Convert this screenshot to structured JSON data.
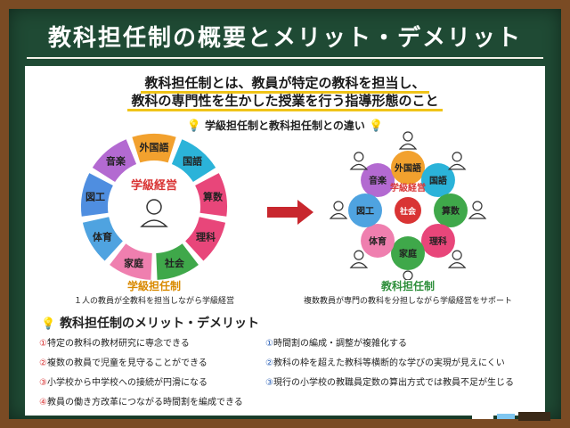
{
  "title": "教科担任制の概要とメリット・デメリット",
  "definition": {
    "line1": "教科担任制とは、教員が特定の教科を担当し、",
    "line2": "教科の専門性を生かした授業を行う指導形態のこと"
  },
  "comparison_heading": "学級担任制と教科担任制との違い",
  "left_diagram": {
    "center_label": "学級経営",
    "subjects": [
      "音楽",
      "外国語",
      "国語",
      "算数",
      "理科",
      "社会",
      "家庭",
      "体育",
      "図工"
    ],
    "colors": [
      "#b36ad1",
      "#f2a12e",
      "#2bb3d9",
      "#e8467a",
      "#e8467a",
      "#3fa84a",
      "#ef7faf",
      "#4fa3e0",
      "#4f8ee0"
    ],
    "caption": "学級担任制",
    "description": "１人の教員が全教科を担当しながら学級経営"
  },
  "right_diagram": {
    "center_label": "学級経営",
    "center_circle_label": "社会",
    "subjects": [
      "音楽",
      "外国語",
      "国語",
      "算数",
      "理科",
      "家庭",
      "体育",
      "図工"
    ],
    "colors": [
      "#b36ad1",
      "#f2a12e",
      "#2bb3d9",
      "#3fa84a",
      "#e8467a",
      "#3fa84a",
      "#ef7faf",
      "#4fa3e0"
    ],
    "caption": "教科担任制",
    "description": "複数教員が専門の教科を分担しながら学級経営をサポート"
  },
  "section_heading": "教科担任制のメリット・デメリット",
  "merits": [
    {
      "num": "①",
      "text": "特定の教科の教材研究に専念できる"
    },
    {
      "num": "②",
      "text": "複数の教員で児童を見守ることができる"
    },
    {
      "num": "③",
      "text": "小学校から中学校への接続が円滑になる"
    },
    {
      "num": "④",
      "text": "教員の働き方改革につながる時間割を編成できる"
    }
  ],
  "demerits": [
    {
      "num": "①",
      "text": "時間割の編成・調整が複雑化する"
    },
    {
      "num": "②",
      "text": "教科の枠を超えた教科等横断的な学びの実現が見えにくい"
    },
    {
      "num": "③",
      "text": "現行の小学校の教職員定数の算出方式では教員不足が生じる"
    }
  ]
}
